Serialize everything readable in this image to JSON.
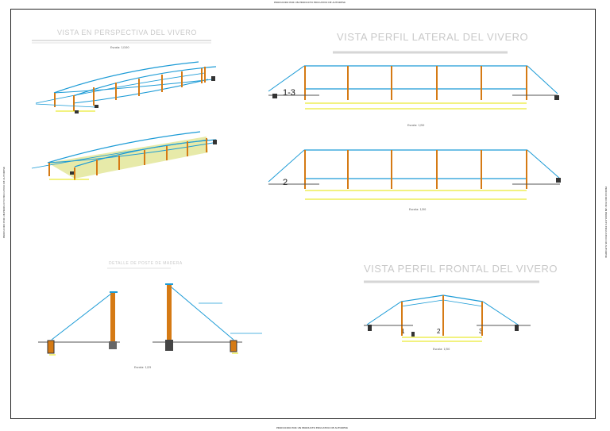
{
  "sheet": {
    "top_note": "PRODUCIDO POR UN PRODUCTO EDUCATIVO DE AUTODESK",
    "bottom_note": "PRODUCIDO POR UN PRODUCTO EDUCATIVO DE AUTODESK",
    "side_note_left": "PRODUCIDO POR UN PRODUCTO EDUCATIVO DE AUTODESK",
    "side_note_right": "PRODUCIDO POR UN PRODUCTO EDUCATIVO DE AUTODESK"
  },
  "views": {
    "perspective": {
      "title": "VISTA EN PERSPECTIVA DEL VIVERO",
      "scale": "Escala: 1/100"
    },
    "lateral": {
      "title": "VISTA PERFIL LATERAL DEL VIVERO",
      "scale_1": "Escala: 1/50",
      "scale_2": "Escala: 1/50",
      "label_1": "1-3",
      "label_2": "2"
    },
    "detail": {
      "title": "DETALLE DE POSTE DE MADERA",
      "scale": "Escala: 1/25"
    },
    "frontal": {
      "title": "VISTA PERFIL FRONTAL DEL VIVERO",
      "scale": "Escala: 1/50",
      "label_1": "1",
      "label_2": "2",
      "label_3": "3"
    }
  },
  "colors": {
    "structure": "#1c9bd6",
    "posts": "#d57a14",
    "dimension": "#e6e600",
    "ground": "#555555",
    "mesh": "#d9de7a",
    "title": "#c9c9c9"
  }
}
